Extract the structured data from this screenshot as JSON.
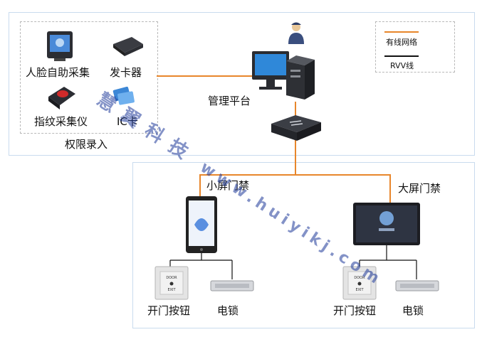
{
  "top_group": {
    "title": "权限录入",
    "devices": [
      {
        "label": "人脸自助采集",
        "icon": "face-capture-terminal-icon"
      },
      {
        "label": "发卡器",
        "icon": "card-issuer-icon"
      },
      {
        "label": "指纹采集仪",
        "icon": "fingerprint-reader-icon"
      },
      {
        "label": "IC卡",
        "icon": "ic-card-icon"
      }
    ]
  },
  "platform": {
    "label": "管理平台"
  },
  "legend": {
    "items": [
      {
        "label": "有线网络",
        "color": "#e8862b"
      },
      {
        "label": "RVV线",
        "color": "#111111"
      }
    ]
  },
  "bottom_group": {
    "left": {
      "title": "小屏门禁",
      "exit_button": "开门按钮",
      "lock": "电锁"
    },
    "right": {
      "title": "大屏门禁",
      "exit_button": "开门按钮",
      "lock": "电锁"
    }
  },
  "exit_button_text": {
    "top": "DOOR",
    "bottom": "EXIT"
  },
  "watermark": {
    "brand": "慧翼科技",
    "url": "www.huiyikj.com"
  },
  "colors": {
    "wire": "#e8862b",
    "panel_border": "#c9dbee"
  }
}
